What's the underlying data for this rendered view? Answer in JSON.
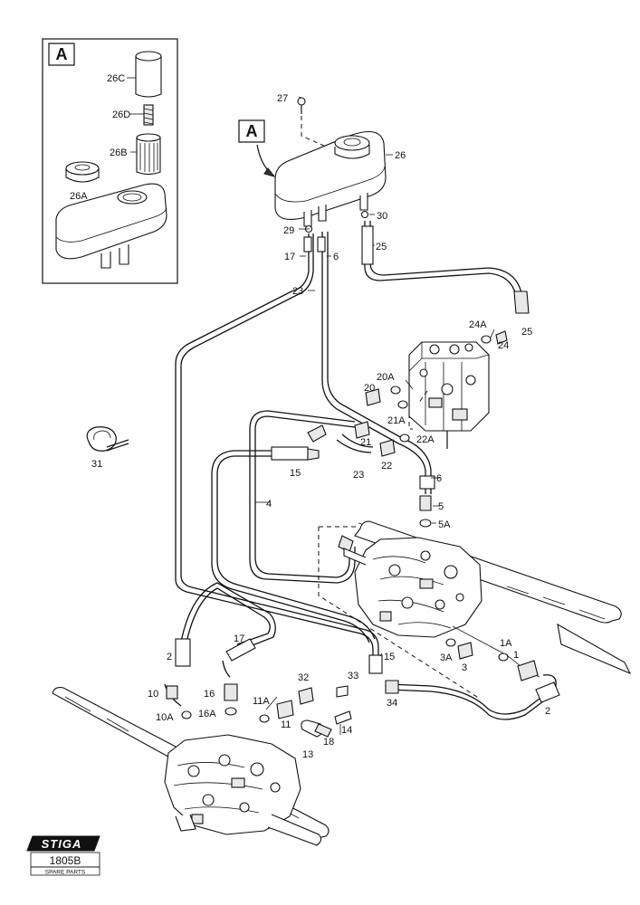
{
  "inset": {
    "letter": "A"
  },
  "main_callout": {
    "letter": "A"
  },
  "labels": [
    "26C",
    "26D",
    "26B",
    "26A",
    "27",
    "26",
    "29",
    "30",
    "17",
    "6",
    "25",
    "23",
    "24A",
    "24",
    "25",
    "20A",
    "20",
    "21A",
    "21",
    "22A",
    "22",
    "23",
    "15",
    "6",
    "4",
    "5",
    "5A",
    "31",
    "1A",
    "1",
    "3A",
    "3",
    "2",
    "17",
    "2",
    "15",
    "10",
    "16",
    "33",
    "32",
    "34",
    "11A",
    "10A",
    "16A",
    "11",
    "14",
    "18",
    "13"
  ],
  "logo": {
    "brand": "STIGA",
    "code": "1805B",
    "caption": "SPARE PARTS"
  }
}
